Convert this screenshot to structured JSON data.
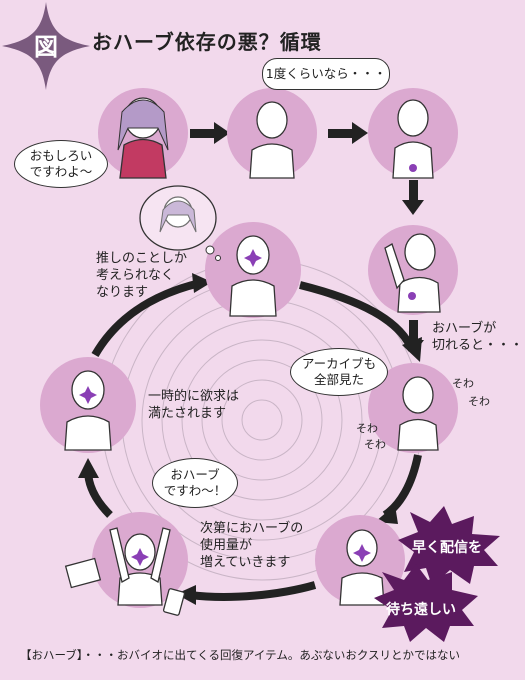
{
  "badge": "図",
  "title": "おハーブ依存の悪？循環",
  "bubbles": {
    "intro": "おもしろい\nですわよ～",
    "once": "1度くらいなら・・・",
    "archive": "アーカイブも\n全部見た",
    "ohabu_desuwa": "おハーブ\nですわ～！"
  },
  "captions": {
    "oshi": "推しのことしか\n考えられなく\nなります",
    "runs_out": "おハーブが\n切れると・・・",
    "satisfied": "一時的に欲求は\n満たされます",
    "usage": "次第におハーブの\n使用量が\n増えていきます"
  },
  "sfx": {
    "sowa": "そわ"
  },
  "bursts": {
    "hayaku": "早く配信を",
    "machi": "待ち遠しい"
  },
  "footer": "【おハーブ】・・・おバイオに出てくる回復アイテム。あぶないおクスリとかではない",
  "colors": {
    "bg": "#f2d9ec",
    "circle": "#dba9d0",
    "burst": "#5b1a5e",
    "badge": "#7a5a7e",
    "sparkle": "#8a3fb5"
  }
}
